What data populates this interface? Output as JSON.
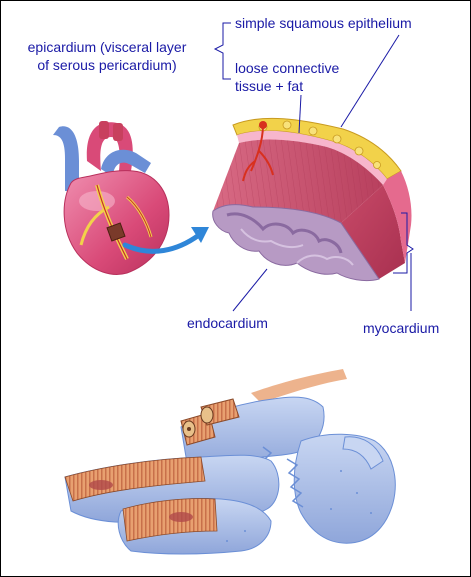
{
  "labels": {
    "epicardium_line1": "epicardium (visceral  layer",
    "epicardium_line2": "of serous pericardium)",
    "simple_squamous": "simple squamous epithelium",
    "loose_line1": "loose connective",
    "loose_line2": "tissue + fat",
    "endocardium": "endocardium",
    "myocardium": "myocardium"
  },
  "colors": {
    "label_text": "#1a1aa6",
    "leader_line": "#1a1aa6",
    "frame_border": "#000000",
    "heart_muscle": "#d94a78",
    "heart_highlight": "#f08fb0",
    "vessel_blue": "#6b8fd6",
    "fat_yellow": "#f2d24a",
    "endocardium_lilac": "#b79ac4",
    "myocardium_red": "#c04060",
    "cardiac_cell_blue": "#a9bde6",
    "cardiac_cell_orange": "#e8a070",
    "arrow_blue": "#2f86d8"
  }
}
